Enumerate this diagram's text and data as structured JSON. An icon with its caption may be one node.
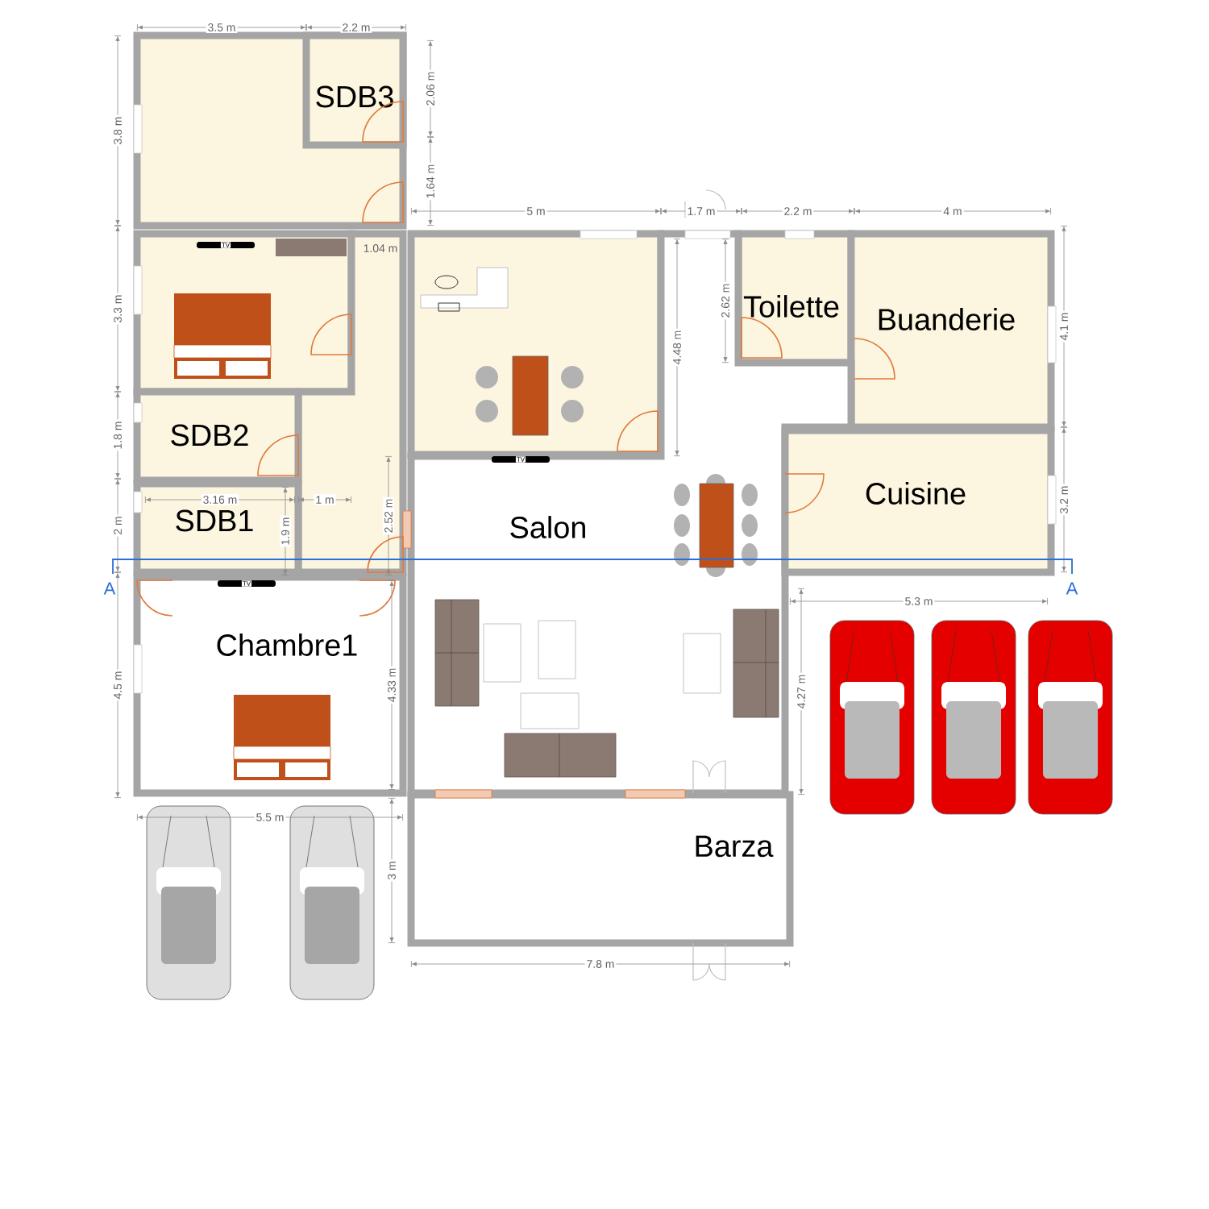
{
  "diagram": {
    "nodes": [
      {
        "text": [],
        "shape": "box"
      },
      {
        "text": [
          "SDB3"
        ],
        "in": 0
      },
      {
        "text": [],
        "shape": "box"
      },
      {
        "text": [],
        "shape": "box"
      },
      {
        "text": [
          "SDB2"
        ]
      },
      {
        "text": [
          "SDB1"
        ]
      },
      {
        "text": [],
        "shape": "box"
      },
      {
        "text": [
          "Toilette"
        ]
      },
      {
        "text": [
          "Buanderie"
        ]
      },
      {
        "text": [
          "Salon"
        ]
      },
      {
        "text": [
          "Cuisine"
        ]
      },
      {
        "text": [
          "Chambre1"
        ]
      },
      {
        "text": [
          "Barza"
        ]
      }
    ],
    "edges": [],
    "labels": [
      "3.5 m",
      "2.2 m",
      "3.8 m",
      "2.06 m",
      "1.64 m",
      "TV",
      "1.04 m",
      "5 m",
      "1.7 m",
      "2.2 m",
      "4 m",
      "3.3 m",
      "2.62 m",
      "4.1 m",
      "4.48 m",
      "1.8 m",
      "TV",
      "3.16 m",
      "1 m",
      "2 m",
      "1.9 m",
      "2.52 m",
      "3.2 m",
      "A",
      "TV",
      "A",
      "5.3 m",
      "4.5 m",
      "4.33 m",
      "4.27 m",
      "5.5 m",
      "3 m",
      "7.8 m"
    ]
  }
}
